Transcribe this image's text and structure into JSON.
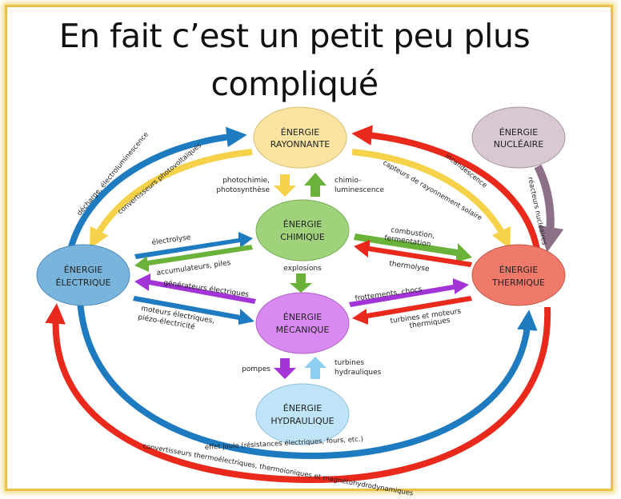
{
  "title": {
    "line1": "En fait c’est un petit peu plus",
    "line2": "compliqué"
  },
  "nodes": {
    "rayonnante": [
      "ÉNERGIE",
      "RAYONNANTE"
    ],
    "nucleaire": [
      "ÉNERGIE",
      "NUCLÉAIRE"
    ],
    "chimique": [
      "ÉNERGIE",
      "CHIMIQUE"
    ],
    "electrique": [
      "ÉNERGIE",
      "ÉLECTRIQUE"
    ],
    "thermique": [
      "ÉNERGIE",
      "THERMIQUE"
    ],
    "mecanique": [
      "ÉNERGIE",
      "MÉCANIQUE"
    ],
    "hydraulique": [
      "ÉNERGIE",
      "HYDRAULIQUE"
    ]
  },
  "labels": {
    "photochimie": [
      "photochimie,",
      "photosynthèse"
    ],
    "chimio": [
      "chimio-",
      "luminescence"
    ],
    "electrolyse": "électrolyse",
    "accumulateurs": "accumulateurs, piles",
    "combustion": [
      "combustion,",
      "fermentation"
    ],
    "thermolyse": "thermolyse",
    "explosions": "explosions",
    "generateurs": "générateurs électriques",
    "moteurs_elec": [
      "moteurs électriques,",
      "piézo-électricité"
    ],
    "frottements": "frottements, chocs",
    "turbines_moteurs": [
      "turbines et moteurs",
      "thermiques"
    ],
    "pompes": "pompes",
    "turbines_hydro": [
      "turbines",
      "hydrauliques"
    ],
    "decharge": "décharge, électroluminescence",
    "convertisseurs_photo": "convertisseurs photovoltaïques",
    "capteurs": "capteurs de rayonnement solaire",
    "incandescence": "incandescence",
    "reacteurs": "réacteurs nucléaires",
    "effet_joule": "effet joule (résistances électriques, fours, etc.)",
    "convertisseurs_thermo": "convertisseurs thermoélectriques, thermoioniques et magnétohydrodynamiques"
  },
  "colors": {
    "blue": "#1f7bc0",
    "red": "#e8291c",
    "yellow": "#f6d24a",
    "green": "#6ab23a",
    "purple": "#a335d6",
    "lightblue": "#8ccff0",
    "mauve": "#8c7088",
    "rayonnante_fill": "#f8e4a0",
    "nucleaire_fill": "#d8c8d4",
    "chimique_fill": "#9fd27a",
    "electrique_fill": "#78b4dc",
    "thermique_fill": "#f07a6a",
    "mecanique_fill": "#d98af0",
    "hydraulique_fill": "#bfe4f7"
  }
}
